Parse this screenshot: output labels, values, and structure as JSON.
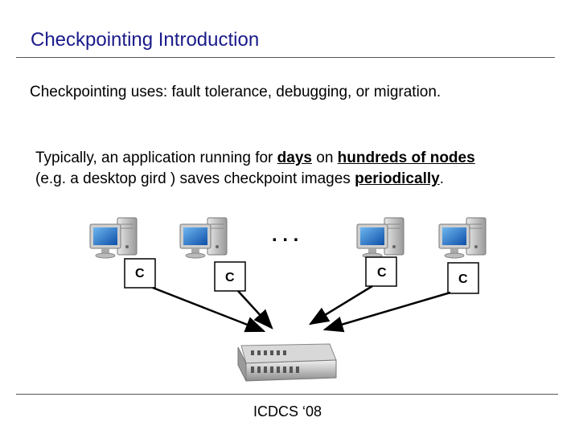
{
  "slide": {
    "title": "Checkpointing Introduction",
    "line1": "Checkpointing uses: fault tolerance, debugging, or migration.",
    "line2_a": "Typically, an application running for ",
    "line2_days": "days",
    "line2_b": " on ",
    "line2_nodes": "hundreds of nodes",
    "line3_a": "(e.g. a desktop gird ) saves checkpoint images ",
    "line3_periodically": "periodically",
    "line3_b": ".",
    "footer": "ICDCS ‘08"
  },
  "diagram": {
    "ellipsis": ". . .",
    "checkpoint_labels": [
      "C",
      "C",
      "C",
      "C"
    ],
    "icons": [
      "desktop-computer-icon",
      "desktop-computer-icon",
      "desktop-computer-icon",
      "desktop-computer-icon",
      "server-icon"
    ]
  }
}
